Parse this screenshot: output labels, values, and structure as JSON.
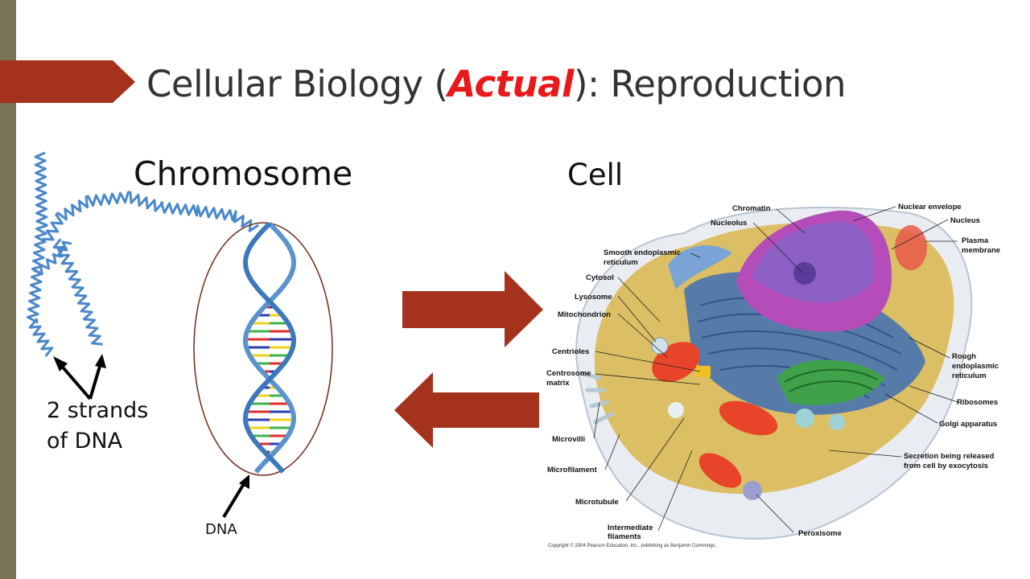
{
  "slide": {
    "title_prefix": "Cellular Biology (",
    "title_emphasis": "Actual",
    "title_suffix": "): Reproduction",
    "heading_chromosome": "Chromosome",
    "heading_cell": "Cell",
    "strands_line1": "2 strands",
    "strands_line2": "of DNA",
    "dna_label": "DNA",
    "accent_color": "#a5321d",
    "side_bar_color": "#7b7356"
  },
  "cell_labels": {
    "chromatin": "Chromatin",
    "nucleolus": "Nucleolus",
    "nuclear_envelope": "Nuclear envelope",
    "nucleus": "Nucleus",
    "plasma_membrane_1": "Plasma",
    "plasma_membrane_2": "membrane",
    "smooth_er_1": "Smooth endoplasmic",
    "smooth_er_2": "reticulum",
    "cytosol": "Cytosol",
    "lysosome": "Lysosome",
    "mitochondrion": "Mitochondrion",
    "centrioles": "Centrioles",
    "centrosome_1": "Centrosome",
    "centrosome_2": "matrix",
    "microvilli": "Microvilli",
    "microfilament": "Microfilament",
    "microtubule": "Microtubule",
    "intermediate_1": "Intermediate",
    "intermediate_2": "filaments",
    "rough_er_1": "Rough",
    "rough_er_2": "endoplasmic",
    "rough_er_3": "reticulum",
    "ribosomes": "Ribosomes",
    "golgi": "Golgi apparatus",
    "secretion_1": "Secretion being released",
    "secretion_2": "from cell by exocytosis",
    "peroxisome": "Peroxisome",
    "copyright": "Copyright © 2004 Pearson Education, Inc., publishing as Benjamin Cummings."
  }
}
